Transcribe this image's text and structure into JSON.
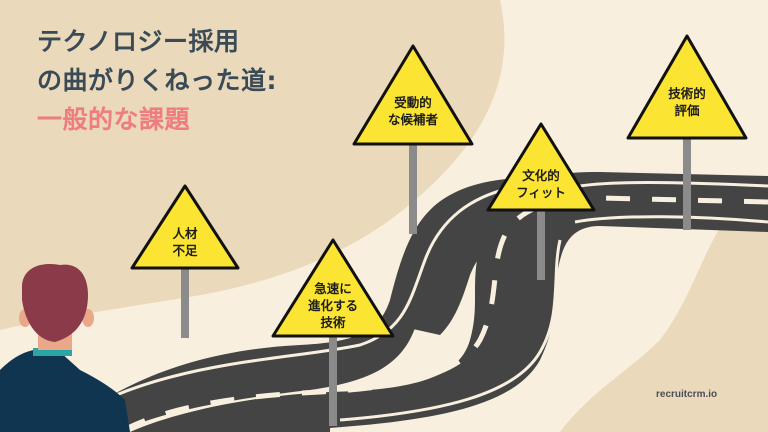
{
  "title": {
    "line1": "テクノロジー採用",
    "line2": "の曲がりくねった道:",
    "line3": "一般的な課題"
  },
  "signs": [
    {
      "id": "talent-shortage",
      "lines": [
        "人材",
        "不足"
      ]
    },
    {
      "id": "rapid-tech",
      "lines": [
        "急速に",
        "進化する",
        "技術"
      ]
    },
    {
      "id": "passive-candidates",
      "lines": [
        "受動的",
        "な候補者"
      ]
    },
    {
      "id": "cultural-fit",
      "lines": [
        "文化的",
        "フィット"
      ]
    },
    {
      "id": "technical-assessment",
      "lines": [
        "技術的",
        "評価"
      ]
    }
  ],
  "watermark": "recruitcrm.io",
  "colors": {
    "background_light": "#f8efdf",
    "background_tan": "#ead9bb",
    "title_dark": "#3a4a56",
    "title_accent": "#ef7c7f",
    "road": "#444444",
    "road_line": "#f8efdf",
    "sign_yellow": "#fbe432",
    "sign_border": "#111111",
    "hair": "#8a3a48",
    "suit": "#0f3550",
    "collar": "#2aa6a6",
    "skin": "#e9a88a"
  }
}
